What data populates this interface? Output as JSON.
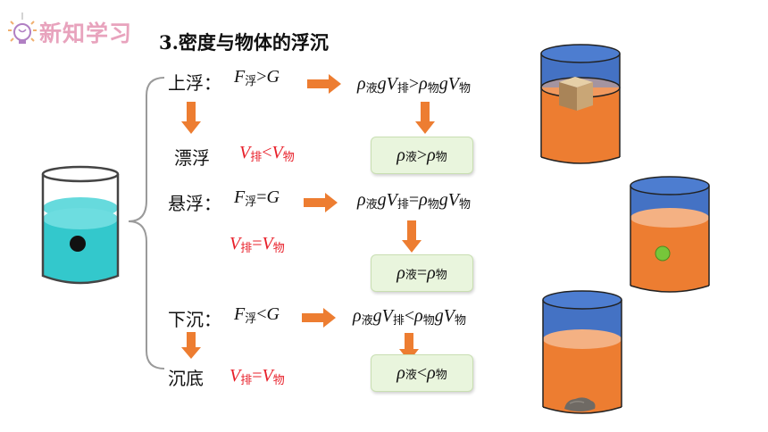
{
  "header": {
    "title": "新知学习",
    "icon": "lightbulb-icon"
  },
  "section_title": "3.密度与物体的浮沉",
  "rows": {
    "up": {
      "label": "上浮：",
      "force": {
        "F": "F",
        "sub": "浮",
        "rel": ">",
        "G": "G"
      },
      "density_eq": {
        "rho": "ρ",
        "sub1": "液",
        "gV": "gV",
        "sub2": "排",
        "rel": ">",
        "rho2": "ρ",
        "sub3": "物",
        "gV2": "gV",
        "sub4": "物"
      },
      "result": {
        "rho": "ρ",
        "sub1": "液",
        "rel": ">",
        "rho2": "ρ",
        "sub2": "物"
      }
    },
    "float": {
      "label": "漂浮",
      "vol": {
        "V": "V",
        "sub1": "排",
        "rel": "<",
        "V2": "V",
        "sub2": "物"
      }
    },
    "suspend": {
      "label": "悬浮：",
      "force": {
        "F": "F",
        "sub": "浮",
        "rel": "=",
        "G": "G"
      },
      "vol": {
        "V": "V",
        "sub1": "排",
        "rel": "=",
        "V2": "V",
        "sub2": "物"
      },
      "density_eq": {
        "rho": "ρ",
        "sub1": "液",
        "gV": "gV",
        "sub2": "排",
        "rel": "=",
        "rho2": "ρ",
        "sub3": "物",
        "gV2": "gV",
        "sub4": "物"
      },
      "result": {
        "rho": "ρ",
        "sub1": "液",
        "rel": "=",
        "rho2": "ρ",
        "sub2": "物"
      }
    },
    "down": {
      "label": "下沉：",
      "force": {
        "F": "F",
        "sub": "浮",
        "rel": "<",
        "G": "G"
      },
      "density_eq": {
        "rho": "ρ",
        "sub1": "液",
        "gV": "gV",
        "sub2": "排",
        "rel": "<",
        "rho2": "ρ",
        "sub3": "物",
        "gV2": "gV",
        "sub4": "物"
      },
      "result": {
        "rho": "ρ",
        "sub1": "液",
        "rel": "<",
        "rho2": "ρ",
        "sub2": "物"
      }
    },
    "sink": {
      "label": "沉底",
      "vol": {
        "V": "V",
        "sub1": "排",
        "rel": "=",
        "V2": "V",
        "sub2": "物"
      }
    }
  },
  "colors": {
    "arrow": "#ed7d31",
    "water": "#33c8cc",
    "liquid_orange": "#ed7d31",
    "cylinder_blue": "#4472c4",
    "formula_red": "#e8202a",
    "header_pink": "#e8a3bd"
  }
}
